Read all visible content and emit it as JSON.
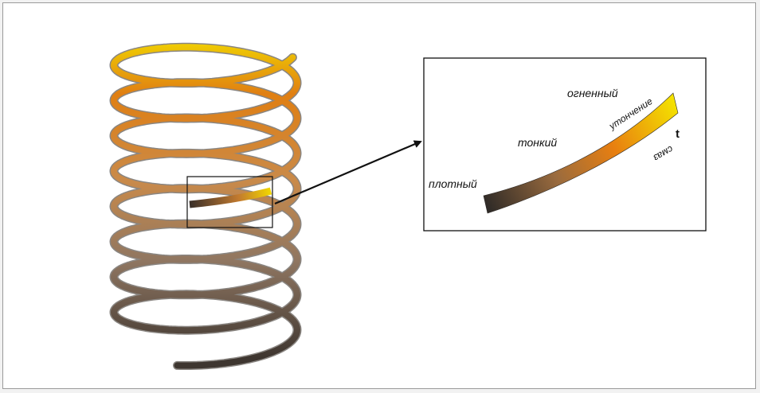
{
  "diagram": {
    "labels": {
      "dense": "плотный",
      "thin": "тонкий",
      "fiery": "огненный",
      "tapering": "утончение",
      "smear": "смаз",
      "axis_t": "t"
    },
    "colors": {
      "gold": "#f2d800",
      "orange": "#e07f12",
      "brown": "#8a6a48",
      "dark": "#3a302a"
    }
  }
}
